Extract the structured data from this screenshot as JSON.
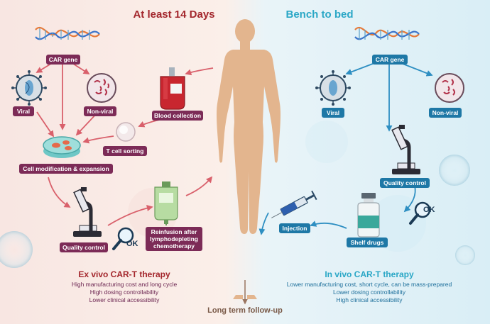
{
  "header": {
    "left_title": "At least 14 Days",
    "right_title": "Bench to bed"
  },
  "left_panel": {
    "car_gene": "CAR gene",
    "viral": "Viral",
    "non_viral": "Non-viral",
    "blood_collection": "Blood collection",
    "t_cell_sorting": "T cell sorting",
    "cell_modification": "Cell modification & expansion",
    "quality_control": "Quality control",
    "reinfusion_lines": [
      "Reinfusion after",
      "lymphodepleting",
      "chemotherapy"
    ],
    "ok": "OK",
    "summary_title": "Ex vivo CAR-T therapy",
    "summary_lines": [
      "High manufacturing cost and long cycle",
      "High dosing controllability",
      "Lower clinical accessibility"
    ]
  },
  "right_panel": {
    "car_gene": "CAR gene",
    "viral": "Viral",
    "non_viral": "Non-viral",
    "quality_control": "Quality control",
    "injection": "Injection",
    "shelf_drugs": "Shelf drugs",
    "ok": "OK",
    "summary_title": "In vivo CAR-T therapy",
    "summary_lines": [
      "Lower manufacturing cost, short cycle, can be mass-prepared",
      "Lower dosing controllability",
      "High clinical accessibility"
    ]
  },
  "footer": {
    "label": "Long term follow-up"
  },
  "colors": {
    "left_accent": "#a3262c",
    "left_pill": "#7c2b57",
    "right_accent": "#2aa7c6",
    "right_pill": "#1e78a6",
    "body": "#e3b58e"
  }
}
